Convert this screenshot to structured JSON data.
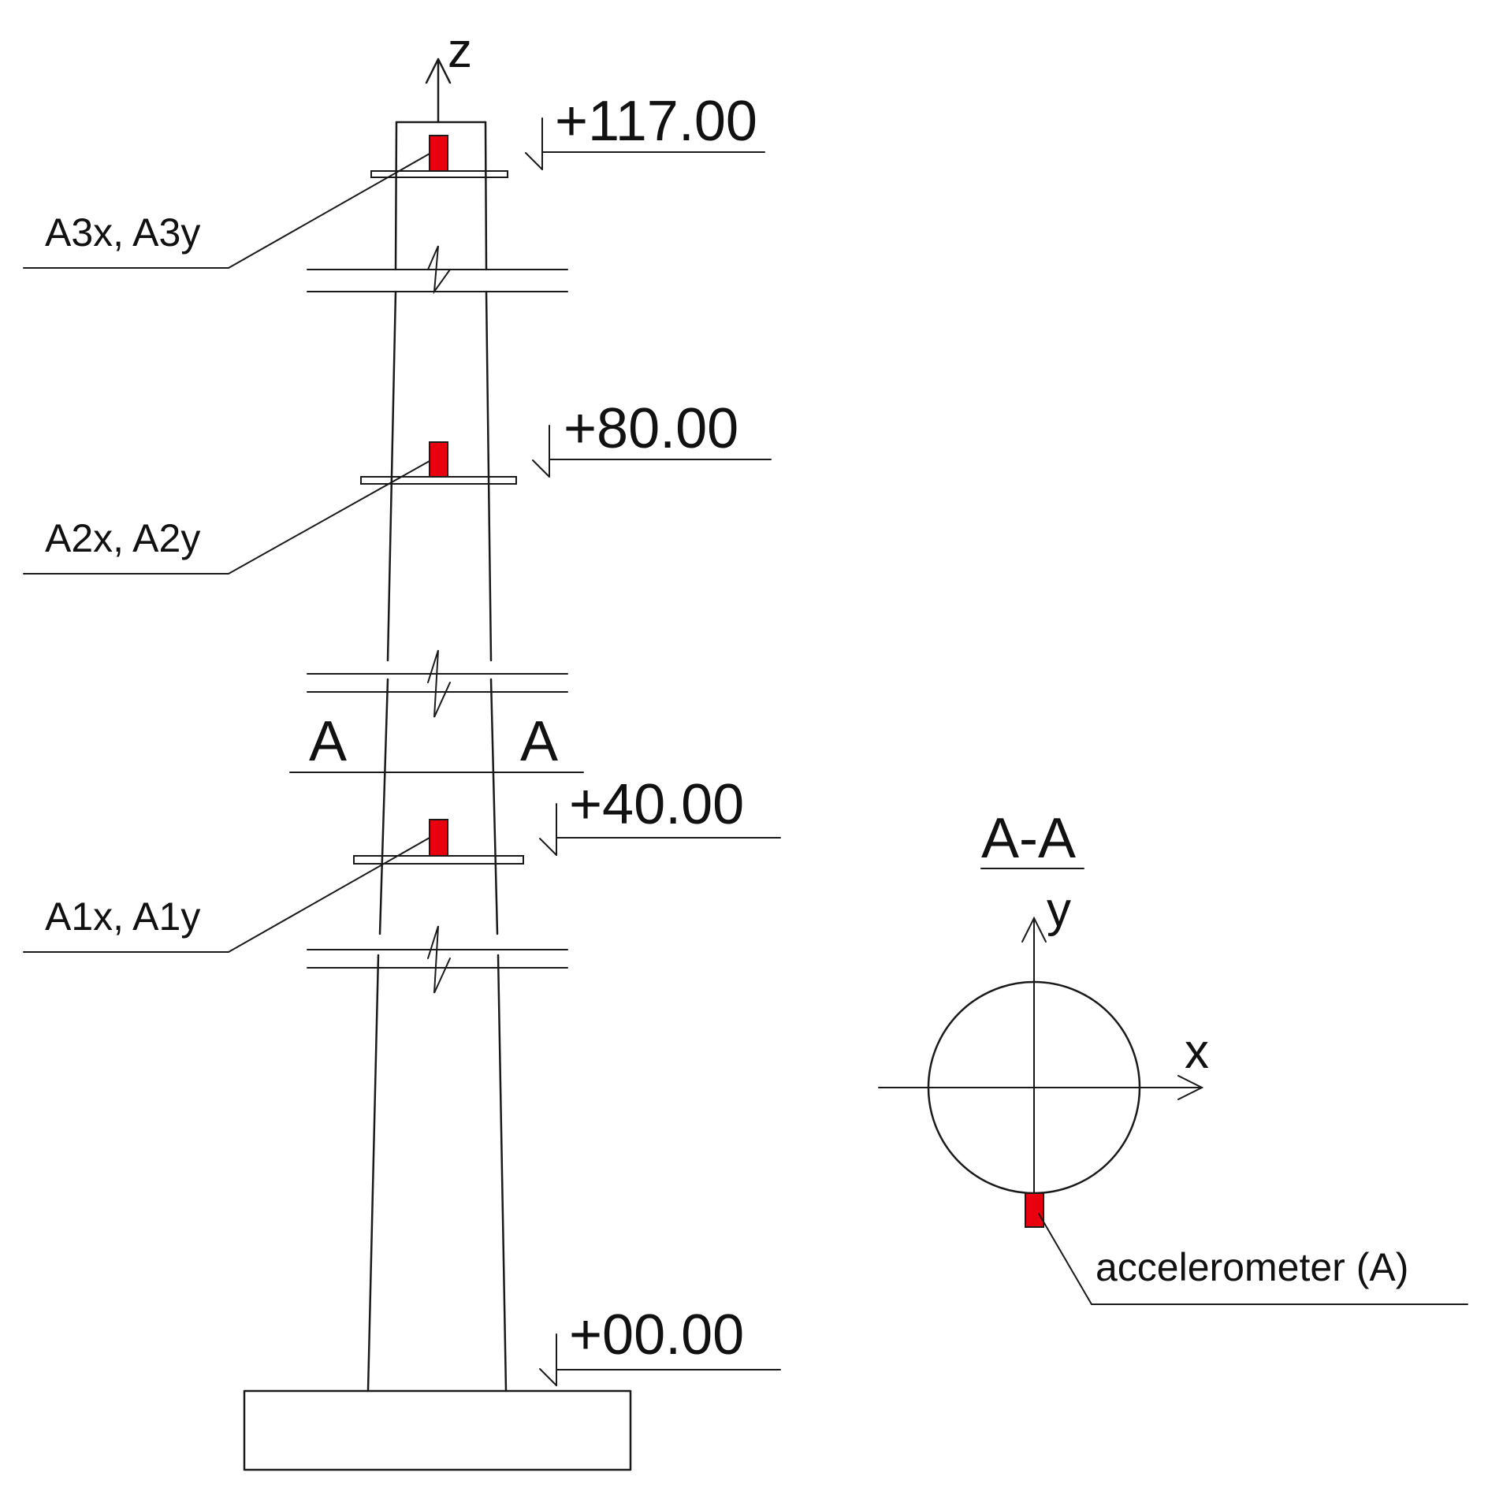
{
  "elevations": {
    "top": "+117.00",
    "upper": "+80.00",
    "middle": "+40.00",
    "base": "+00.00"
  },
  "sensor_labels": {
    "a3": "A3x, A3y",
    "a2": "A2x, A2y",
    "a1": "A1x, A1y"
  },
  "axes": {
    "z": "z",
    "x": "x",
    "y": "y"
  },
  "section": {
    "mark_left": "A",
    "mark_right": "A",
    "title": "A-A",
    "accelerometer_label": "accelerometer (A)"
  },
  "colors": {
    "sensor": "#e8000e",
    "line": "#1a1a1a"
  }
}
